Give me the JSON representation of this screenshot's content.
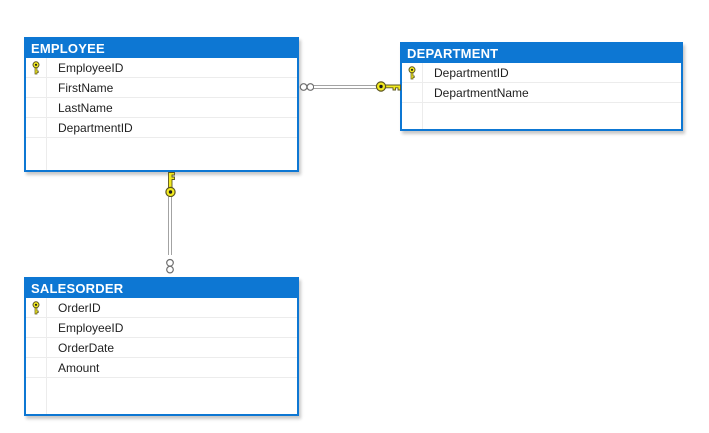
{
  "tables": [
    {
      "name": "EMPLOYEE",
      "columns": [
        {
          "name": "EmployeeID",
          "primary_key": true
        },
        {
          "name": "FirstName",
          "primary_key": false
        },
        {
          "name": "LastName",
          "primary_key": false
        },
        {
          "name": "DepartmentID",
          "primary_key": false
        }
      ]
    },
    {
      "name": "DEPARTMENT",
      "columns": [
        {
          "name": "DepartmentID",
          "primary_key": true
        },
        {
          "name": "DepartmentName",
          "primary_key": false
        }
      ]
    },
    {
      "name": "SALESORDER",
      "columns": [
        {
          "name": "OrderID",
          "primary_key": true
        },
        {
          "name": "EmployeeID",
          "primary_key": false
        },
        {
          "name": "OrderDate",
          "primary_key": false
        },
        {
          "name": "Amount",
          "primary_key": false
        }
      ]
    }
  ],
  "relationships": [
    {
      "many_side": "EMPLOYEE",
      "one_side": "DEPARTMENT",
      "many_glyph": "infinity",
      "one_glyph": "key",
      "orientation": "horizontal"
    },
    {
      "many_side": "SALESORDER",
      "one_side": "EMPLOYEE",
      "many_glyph": "infinity",
      "one_glyph": "key",
      "orientation": "vertical"
    }
  ],
  "colors": {
    "table_header": "#0d77d3",
    "table_border": "#0d77d3",
    "key_icon_yellow": "#f2ea1f",
    "connector_line": "#a3a3a3"
  }
}
